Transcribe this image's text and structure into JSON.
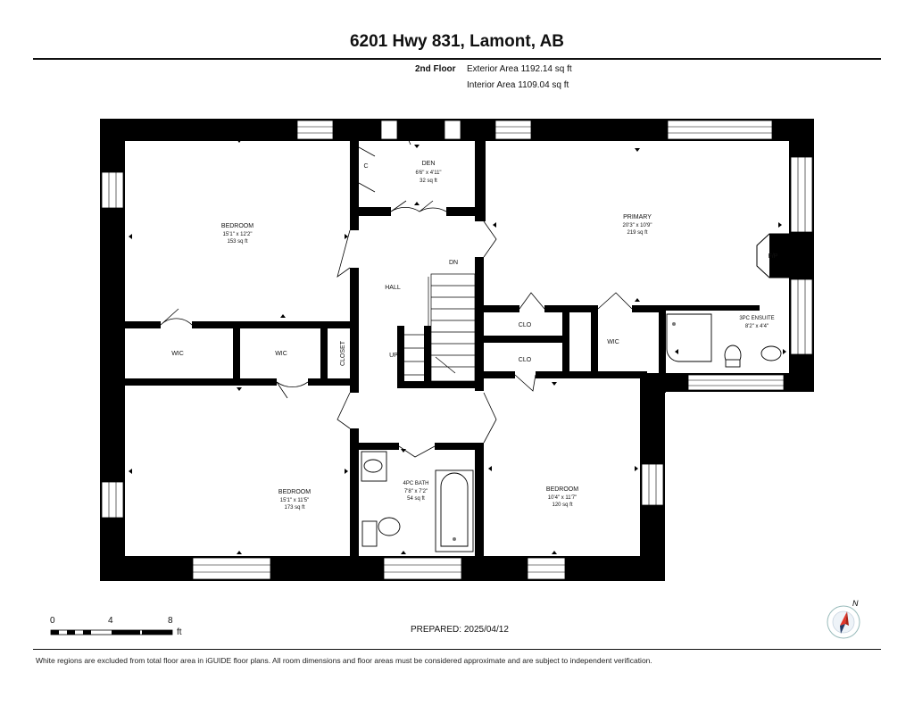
{
  "header": {
    "title": "6201 Hwy 831, Lamont, AB",
    "floor": "2nd Floor",
    "exterior_area": "Exterior Area 1192.14 sq ft",
    "interior_area": "Interior Area 1109.04 sq ft"
  },
  "rooms": {
    "den": {
      "name": "DEN",
      "dims": "6'6\" x 4'11\"",
      "area": "32 sq ft"
    },
    "bedroom_nw": {
      "name": "BEDROOM",
      "dims": "15'1\" x 12'2\"",
      "area": "153 sq ft"
    },
    "primary": {
      "name": "PRIMARY",
      "dims": "20'3\" x 10'9\"",
      "area": "219 sq ft"
    },
    "fp": "F/P",
    "hall": "HALL",
    "dn": "DN",
    "up": "UP",
    "c": "C",
    "closet": "CLOSET",
    "wic1": "WIC",
    "wic2": "WIC",
    "wic3": "WIC",
    "clo1": "CLO",
    "clo2": "CLO",
    "ensuite": {
      "name": "3PC ENSUITE",
      "dims": "8'2\" x 4'4\""
    },
    "bedroom_sw": {
      "name": "BEDROOM",
      "dims": "15'1\" x 11'5\"",
      "area": "173 sq ft"
    },
    "bath": {
      "name": "4PC BATH",
      "dims": "7'8\" x 7'2\"",
      "area": "54 sq ft"
    },
    "bedroom_se": {
      "name": "BEDROOM",
      "dims": "10'4\" x 11'7\"",
      "area": "120 sq ft"
    }
  },
  "scale": {
    "t0": "0",
    "t4": "4",
    "t8": "8",
    "unit": "ft"
  },
  "prepared": "PREPARED: 2025/04/12",
  "compass": "N",
  "disclaimer": "White regions are excluded from total floor area in iGUIDE floor plans. All room dimensions and floor areas must be considered approximate and are subject to independent verification."
}
